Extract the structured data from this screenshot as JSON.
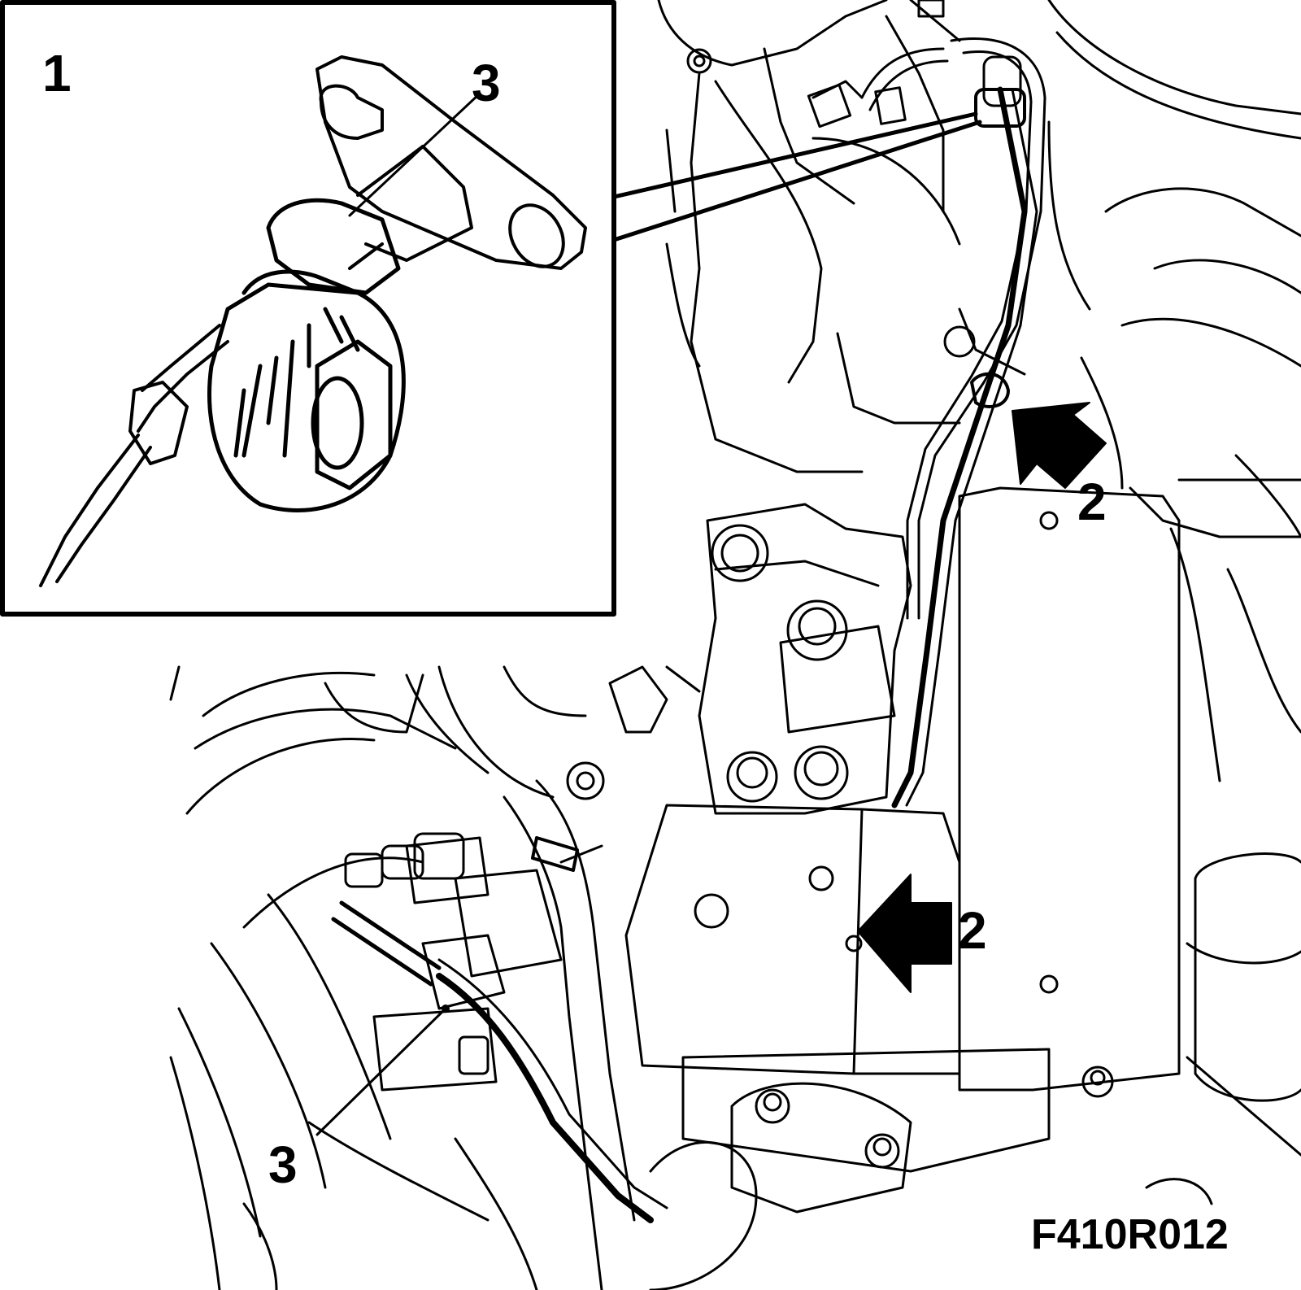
{
  "figure": {
    "inset_label": "1",
    "callouts": {
      "inset_part": "3",
      "arrow_upper": "2",
      "arrow_lower": "2",
      "connector_lower": "3"
    },
    "figure_code": "F410R012"
  },
  "colors": {
    "ink": "#000000",
    "paper": "#ffffff"
  }
}
